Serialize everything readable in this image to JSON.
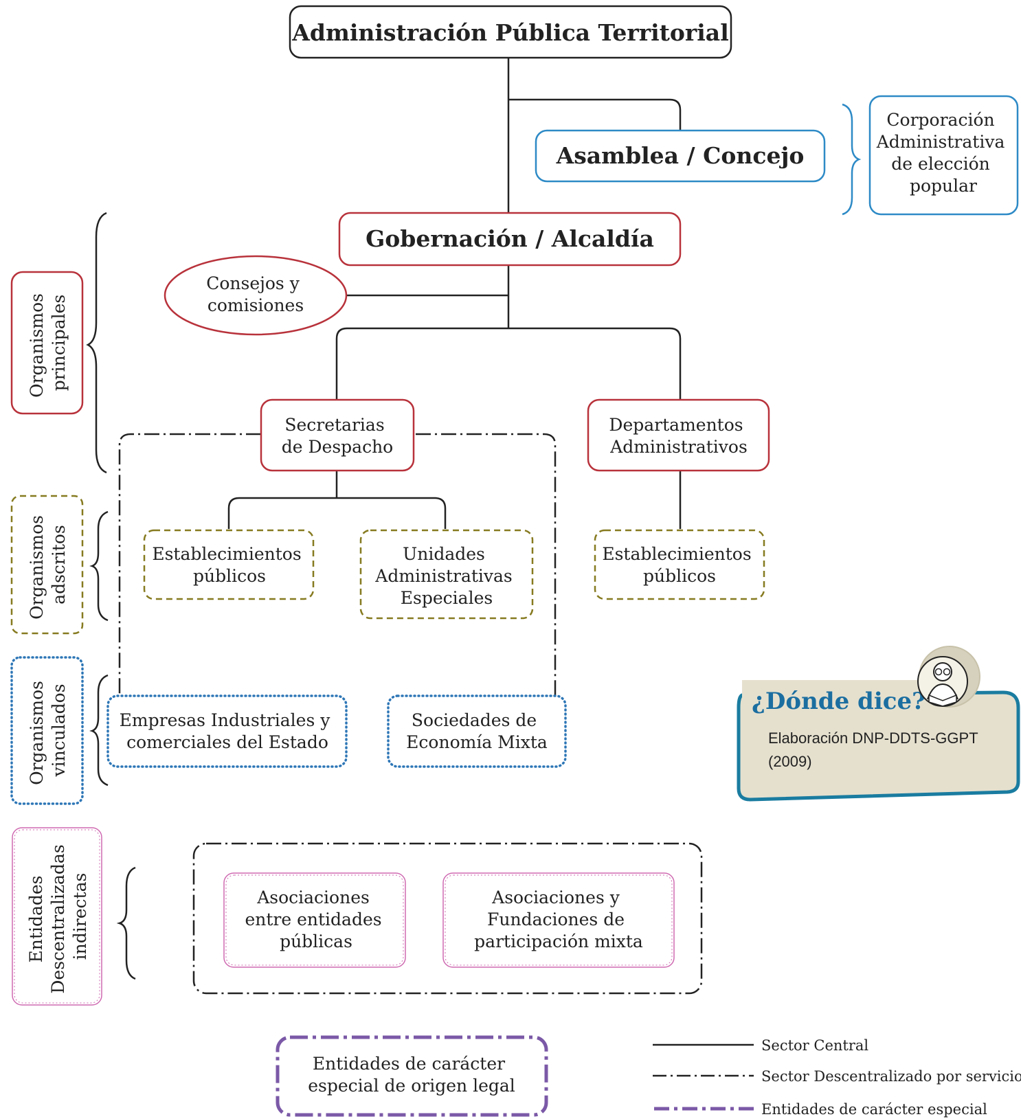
{
  "colors": {
    "central": "#222222",
    "red": "#b8323b",
    "blue": "#2d8ac6",
    "olive": "#867a20",
    "dotted_blue": "#2d76b6",
    "pink": "#cf6ab1",
    "purple": "#7b59a7",
    "note_bg": "#e5e0ce",
    "note_border": "#1a7ca0",
    "note_title": "#1b6ea0"
  },
  "nodes": {
    "root": "Administración Pública Territorial",
    "asamblea": "Asamblea / Concejo",
    "corporacion": [
      "Corporación",
      "Administrativa",
      "de elección",
      "popular"
    ],
    "gobernacion": "Gobernación / Alcaldía",
    "consejos": [
      "Consejos y",
      "comisiones"
    ],
    "secretarias": [
      "Secretarias",
      "de Despacho"
    ],
    "departamentos": [
      "Departamentos",
      "Administrativos"
    ],
    "establecimientos_1": [
      "Establecimientos",
      "públicos"
    ],
    "unidades": [
      "Unidades",
      "Administrativas",
      "Especiales"
    ],
    "establecimientos_2": [
      "Establecimientos",
      "públicos"
    ],
    "empresas": [
      "Empresas Industriales y",
      "comerciales del Estado"
    ],
    "sociedades": [
      "Sociedades de",
      "Economía Mixta"
    ],
    "asociaciones_publicas": [
      "Asociaciones",
      "entre entidades",
      "públicas"
    ],
    "asociaciones_mixtas": [
      "Asociaciones y",
      "Fundaciones de",
      "participación mixta"
    ],
    "especial": [
      "Entidades de carácter",
      "especial de origen legal"
    ]
  },
  "side_labels": {
    "principales": [
      "Organismos",
      "principales"
    ],
    "adscritos": [
      "Organismos",
      "adscritos"
    ],
    "vinculados": [
      "Organismos",
      "vinculados"
    ],
    "indirectas": [
      "Entidades",
      "Descentralizadas",
      "indirectas"
    ]
  },
  "note": {
    "title": "¿Dónde dice?",
    "body": [
      "Elaboración DNP-DDTS-GGPT",
      "(2009)"
    ],
    "icon": "reading-person-icon"
  },
  "legend": [
    {
      "style": "solid",
      "label": "Sector Central"
    },
    {
      "style": "dash-dot",
      "label": "Sector Descentralizado por servicios"
    },
    {
      "style": "purple-dash-dot",
      "label": "Entidades de carácter especial"
    }
  ]
}
